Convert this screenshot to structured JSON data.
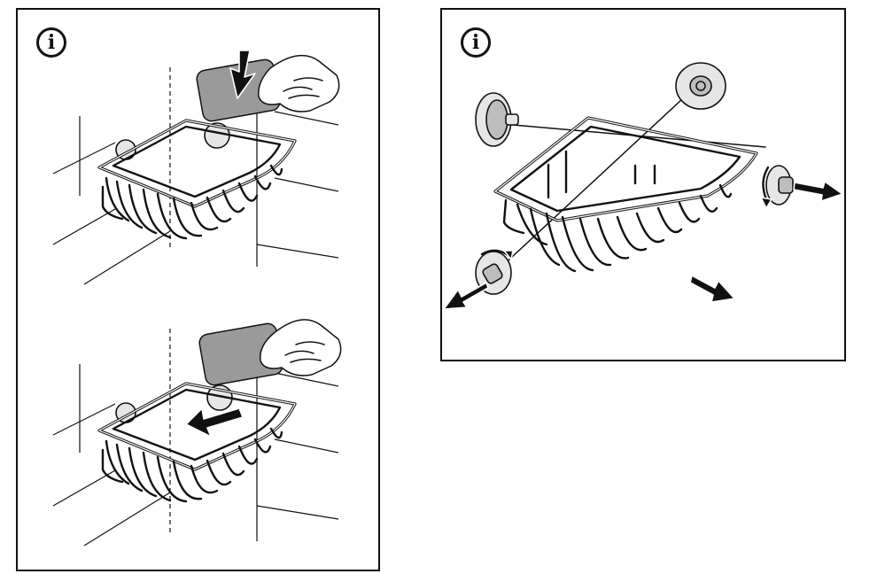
{
  "figure": {
    "info_symbol": "i",
    "panels": [
      {
        "id": "left",
        "steps": [
          "insert-card",
          "release-basket"
        ]
      },
      {
        "id": "right",
        "steps": [
          "rotate-and-remove-suction-cups"
        ]
      }
    ]
  },
  "icons": {
    "info": "info-icon",
    "arrow": "arrow-icon",
    "rotate": "rotate-arrow-icon"
  },
  "colors": {
    "line": "#111111",
    "card": "#9a9a9a",
    "background": "#ffffff"
  }
}
